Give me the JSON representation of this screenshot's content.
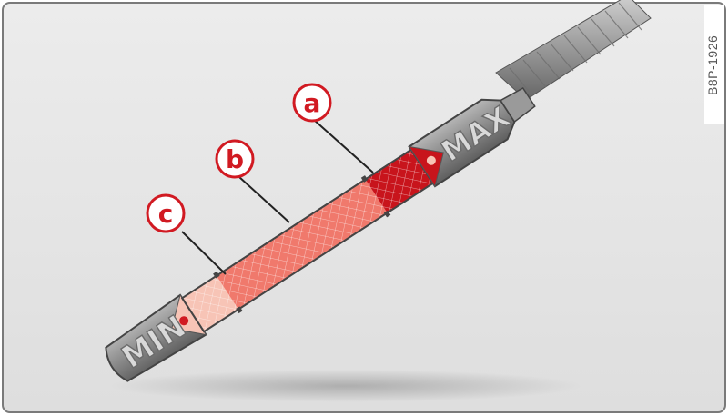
{
  "figure": {
    "reference_id": "B8P-1926",
    "dipstick": {
      "max_label": "MAX",
      "min_label": "MIN"
    },
    "callouts": [
      {
        "id": "a",
        "label": "a"
      },
      {
        "id": "b",
        "label": "b"
      },
      {
        "id": "c",
        "label": "c"
      }
    ]
  },
  "colors": {
    "background": "#e9e9e9",
    "frame": "#7a7a7a",
    "zone_a": "#c8141c",
    "zone_b": "#f0796c",
    "zone_c": "#f7c4b6",
    "callout_ring": "#d11a22",
    "metal": "#8a8a8a"
  }
}
